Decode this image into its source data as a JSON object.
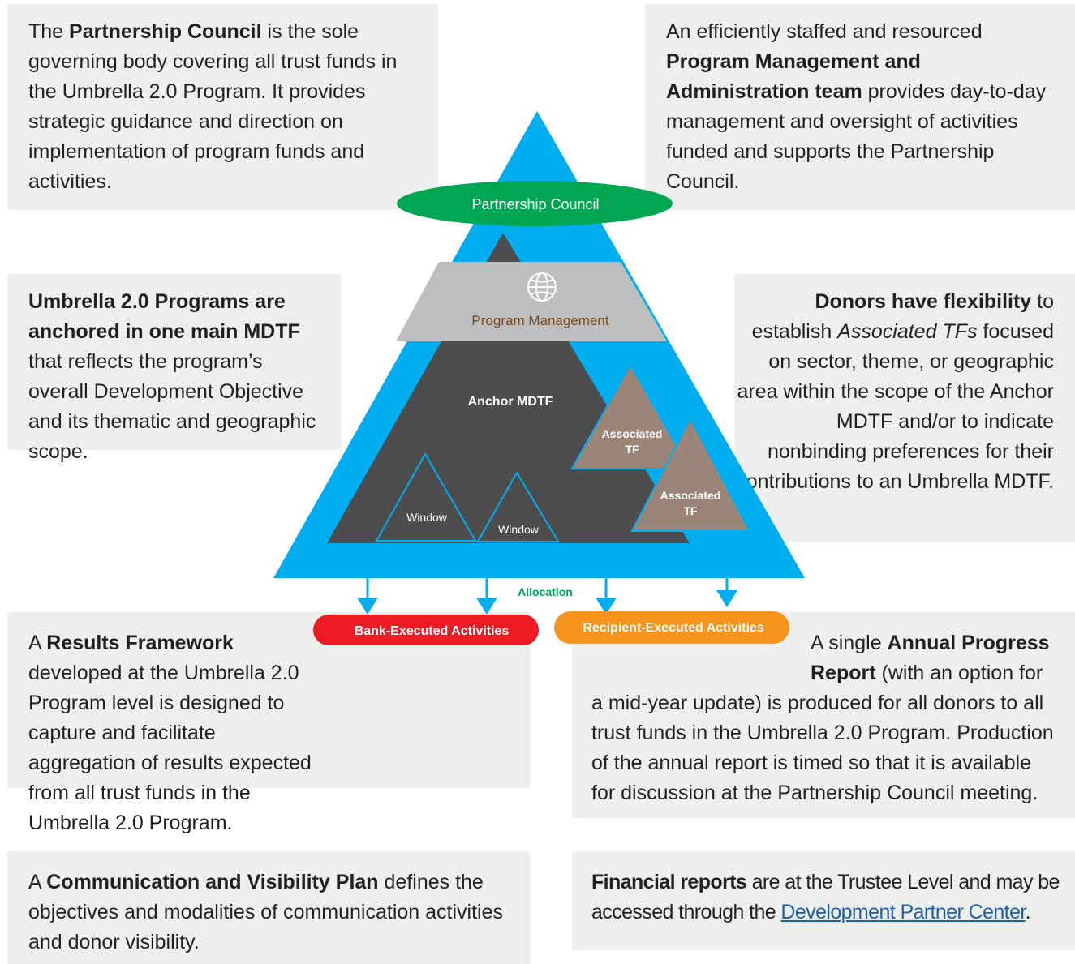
{
  "boxes": {
    "top_left": {
      "t1": "The ",
      "b1": "Partnership Council",
      "t2": " is the sole governing body covering all trust funds in the Umbrella 2.0 Program. It provides strategic guidance and direction on implementation of program funds and activities."
    },
    "top_right": {
      "t1": "An efficiently staffed and resourced ",
      "b1": "Program Management and Administration team",
      "t2": " provides day-to-day management and oversight of activities funded and supports the Partnership Council."
    },
    "mid_left": {
      "b1": "Umbrella 2.0 Programs are anchored in one main MDTF",
      "t1": " that reflects the program’s overall Development Objective and its thematic and geographic scope."
    },
    "mid_right": {
      "b1": "Donors have flexibility",
      "t1": " to establish ",
      "i1": "Associated TFs",
      "t2": " focused on sector, theme, or geographic area within the scope of the Anchor MDTF and/or to indicate nonbinding preferences for their contributions to an Umbrella MDTF."
    },
    "results": {
      "t1": "A ",
      "b1": "Results Framework",
      "t2": " developed at the Umbrella 2.0 Program level is designed to capture and facilitate aggregation of results expected from all trust funds in the Umbrella 2.0 Program."
    },
    "annual": {
      "t1": "A single ",
      "b1": "Annual Progress Report",
      "t2": " (with an option for a mid-year update) is produced for all donors to all trust funds in the Umbrella 2.0 Program. Production of the annual report is timed so that it is available for discussion at the Partnership Council meeting."
    },
    "communication": {
      "t1": "A ",
      "b1": "Communication and Visibility Plan",
      "t2": " defines the objectives and modalities of communication activities and donor visibility."
    },
    "financial": {
      "b1": "Financial reports",
      "t1": " are at the Trustee Level and may be accessed through the ",
      "link": "Development Partner Center",
      "t2": "."
    }
  },
  "diagram": {
    "partnership_council": "Partnership Council",
    "program_management": "Program Management",
    "anchor_mdtf": "Anchor MDTF",
    "associated_1_line1": "Associated",
    "associated_1_line2": "TF",
    "associated_2_line1": "Associated",
    "associated_2_line2": "TF",
    "window_1": "Window",
    "window_2": "Window",
    "allocation": "Allocation",
    "bank_executed": "Bank-Executed Activities",
    "recipient_executed": "Recipient-Executed Activities",
    "globe_icon": "globe-icon"
  },
  "colors": {
    "outer_triangle": "#00aeef",
    "anchor": "#4d4d4f",
    "program_mgmt": "#bcbec0",
    "associated": "#9b8579",
    "council": "#00a651",
    "bank": "#ed1c24",
    "recipient": "#f7941d",
    "box_bg": "#edefec",
    "link": "#1f5fa8"
  }
}
